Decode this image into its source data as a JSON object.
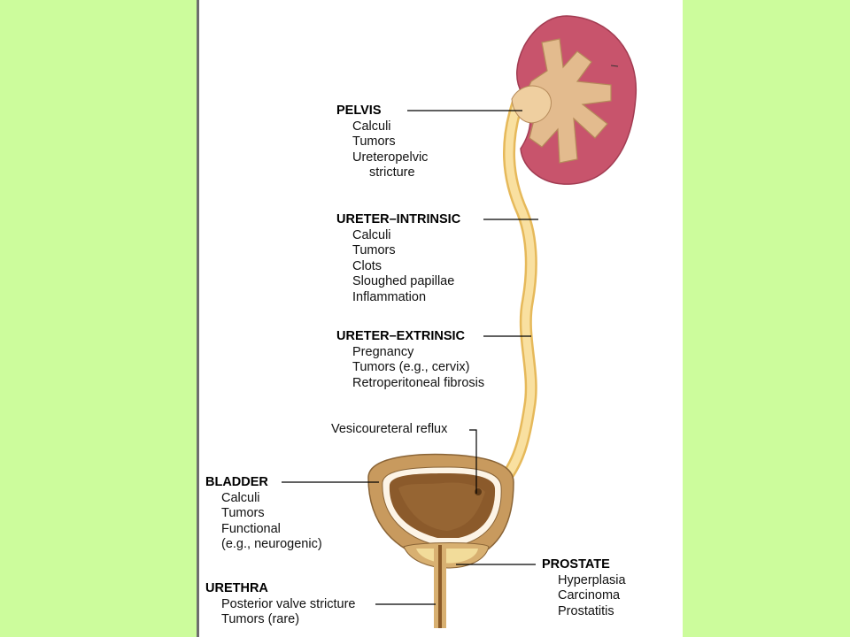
{
  "colors": {
    "background": "#ccfc9c",
    "panel": "#ffffff",
    "kidney_cortex": "#c8546c",
    "kidney_medulla": "#e3bb8e",
    "ureter": "#f7d98a",
    "bladder_wall": "#c89a5e",
    "bladder_lumen": "#8b5a2b",
    "prostate": "#f2dc9a",
    "leader_line": "#000000"
  },
  "labels": {
    "pelvis": {
      "heading": "PELVIS",
      "items": [
        "Calculi",
        "Tumors",
        "Ureteropelvic",
        "stricture"
      ]
    },
    "ureter_intrinsic": {
      "heading": "URETER–INTRINSIC",
      "items": [
        "Calculi",
        "Tumors",
        "Clots",
        "Sloughed papillae",
        "Inflammation"
      ]
    },
    "ureter_extrinsic": {
      "heading": "URETER–EXTRINSIC",
      "items": [
        "Pregnancy",
        "Tumors (e.g., cervix)",
        "Retroperitoneal fibrosis"
      ]
    },
    "vesicoureteral": {
      "text": "Vesicoureteral reflux"
    },
    "bladder": {
      "heading": "BLADDER",
      "items": [
        "Calculi",
        "Tumors",
        "Functional",
        "(e.g., neurogenic)"
      ]
    },
    "prostate": {
      "heading": "PROSTATE",
      "items": [
        "Hyperplasia",
        "Carcinoma",
        "Prostatitis"
      ]
    },
    "urethra": {
      "heading": "URETHRA",
      "items": [
        "Posterior valve stricture",
        "Tumors (rare)"
      ]
    }
  }
}
